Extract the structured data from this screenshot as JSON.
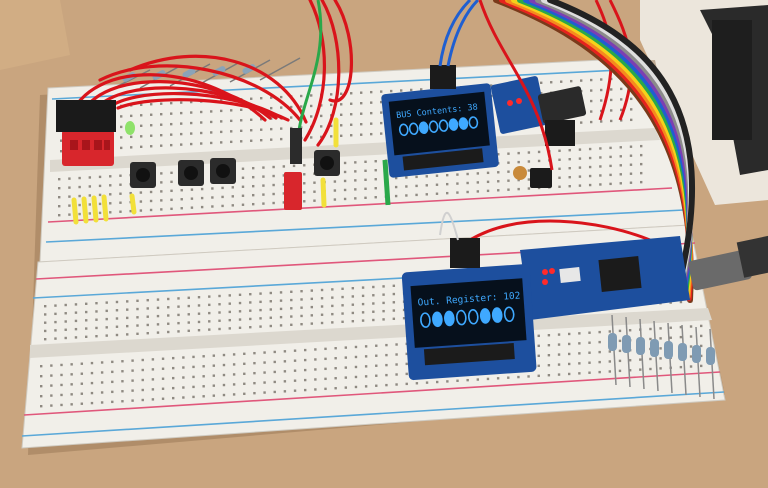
{
  "scene": {
    "description_free": true
  },
  "display_top": {
    "line1": "BUS Contents: 38",
    "bits": [
      "0",
      "0",
      "1",
      "0",
      "0",
      "1",
      "1",
      "0"
    ]
  },
  "display_bottom": {
    "line1": "Out. Register: 102",
    "bits": [
      "0",
      "1",
      "1",
      "0",
      "0",
      "1",
      "1",
      "0"
    ]
  },
  "colors": {
    "oled_text": "#3fa9ff",
    "oled_bg": "#06101c",
    "board": "#f1efe9",
    "rail_red": "#e0577b",
    "rail_blue": "#5aa8d8",
    "pcb_blue": "#1d4f9e",
    "wire_red": "#d9141b",
    "table": "#c9a57f"
  },
  "rainbow_cable": [
    "#7a3a1a",
    "#e5231e",
    "#f58a1f",
    "#f5d21a",
    "#2aa84a",
    "#1f5fd1",
    "#7b3fb2",
    "#8a8a8a",
    "#dedede",
    "#222222"
  ]
}
